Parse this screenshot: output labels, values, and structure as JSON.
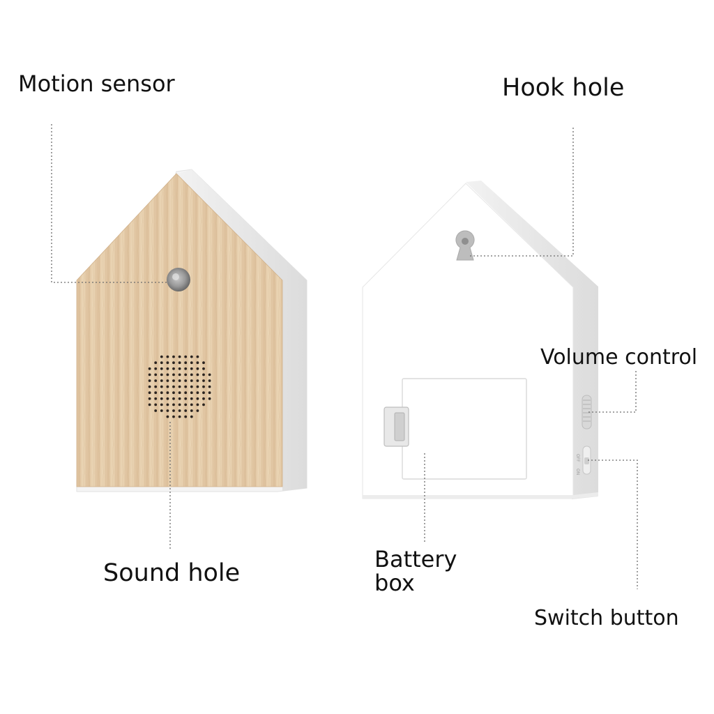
{
  "labels": {
    "motion_sensor": "Motion sensor",
    "hook_hole": "Hook hole",
    "volume_control": "Volume control",
    "sound_hole": "Sound hole",
    "battery_box_line1": "Battery",
    "battery_box_line2": "box",
    "switch_button": "Switch button"
  },
  "switch_markings": {
    "off": "OFF",
    "on": "ON"
  },
  "colors": {
    "wood_light": "#ead5b5",
    "wood_dark": "#d7b892",
    "body_white": "#ffffff",
    "body_edge": "#e6e6e6",
    "leader_line": "#6b6b6b",
    "text": "#111111"
  }
}
